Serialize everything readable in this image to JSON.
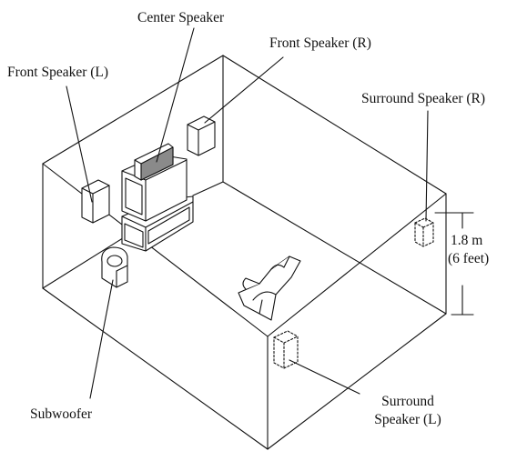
{
  "labels": {
    "center_speaker": "Center Speaker",
    "front_right": "Front Speaker (R)",
    "front_left": "Front Speaker (L)",
    "surround_right": "Surround Speaker (R)",
    "height_value": "1.8 m",
    "height_feet": "(6 feet)",
    "subwoofer": "Subwoofer",
    "surround_left_line1": "Surround",
    "surround_left_line2": "Speaker (L)"
  }
}
